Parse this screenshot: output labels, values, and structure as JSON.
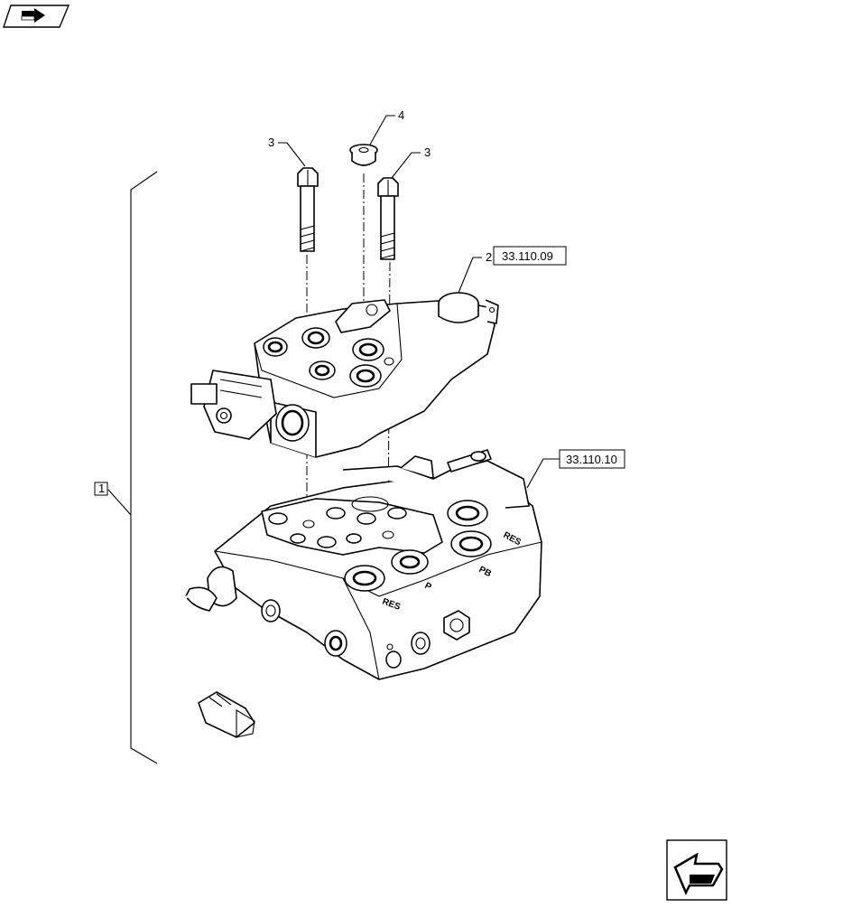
{
  "callouts": {
    "item_1": "1",
    "item_2": "2",
    "item_3_left": "3",
    "item_3_right": "3",
    "item_4": "4"
  },
  "references": {
    "ref_a": "33.110.09",
    "ref_b": "33.110.10"
  },
  "port_stamps": {
    "res_upper": "RES",
    "p_upper": "P",
    "pb": "PB",
    "res_lower": "RES"
  },
  "icons": {
    "top_left": "navigation-arrow-icon",
    "bottom_right": "next-page-arrow-icon"
  }
}
